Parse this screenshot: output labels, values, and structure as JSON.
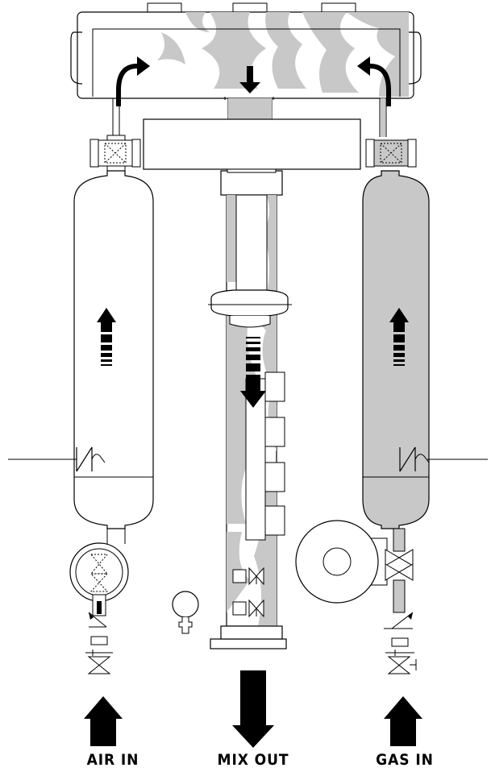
{
  "labels": {
    "air_in": "AIR IN",
    "mix_out": "MIX OUT",
    "gas_in": "GAS IN"
  },
  "colors": {
    "line": "#000000",
    "fill_gas": "#c8c8c8",
    "background": "#ffffff"
  }
}
